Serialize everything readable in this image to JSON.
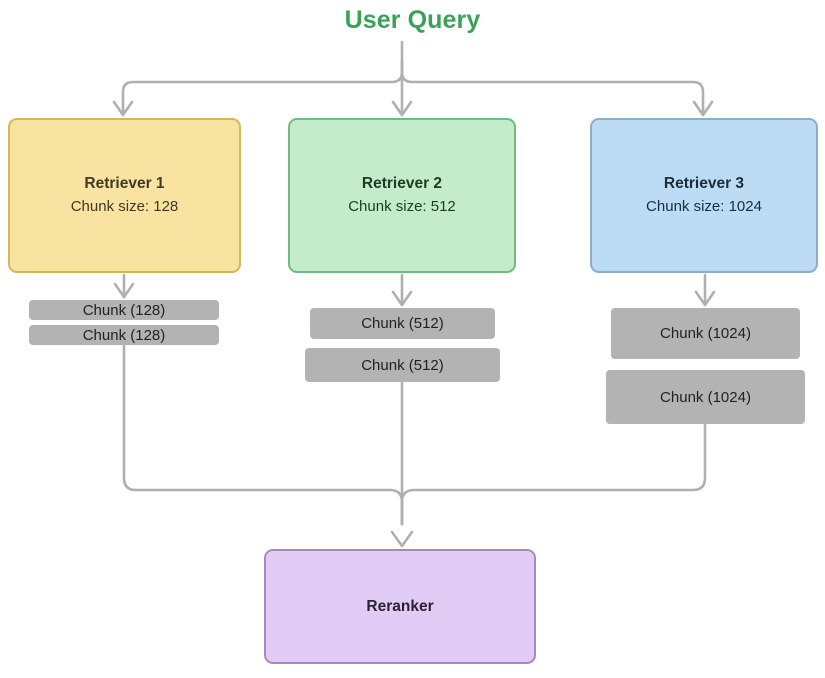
{
  "diagram": {
    "title": "User Query",
    "title_color": "#3aa158",
    "edge_color": "#b0b0b0",
    "background": "#ffffff"
  },
  "retrievers": [
    {
      "name": "Retriever 1",
      "chunk_size_label": "Chunk size: 128",
      "chunk_size": 128,
      "fill": "#f8e3a1",
      "stroke": "#d6b656",
      "chunks": [
        {
          "label": "Chunk (128)"
        },
        {
          "label": "Chunk (128)"
        }
      ]
    },
    {
      "name": "Retriever 2",
      "chunk_size_label": "Chunk size: 512",
      "chunk_size": 512,
      "fill": "#c2ecca",
      "stroke": "#74b884",
      "chunks": [
        {
          "label": "Chunk (512)"
        },
        {
          "label": "Chunk (512)"
        }
      ]
    },
    {
      "name": "Retriever 3",
      "chunk_size_label": "Chunk size: 1024",
      "chunk_size": 1024,
      "fill": "#bcdcf5",
      "stroke": "#8fadc4",
      "chunks": [
        {
          "label": "Chunk (1024)"
        },
        {
          "label": "Chunk (1024)"
        }
      ]
    }
  ],
  "reranker": {
    "name": "Reranker",
    "fill": "#e2ccf5",
    "stroke": "#a48bbf"
  }
}
